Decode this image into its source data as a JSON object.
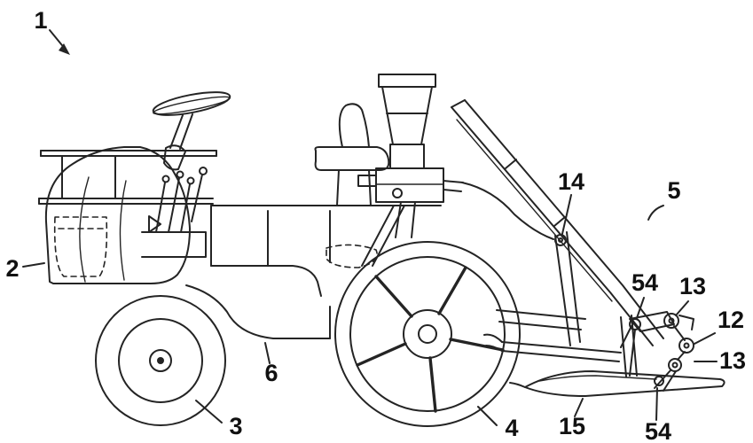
{
  "figure": {
    "labels": {
      "n1": "1",
      "n2": "2",
      "n3": "3",
      "n4": "4",
      "n5": "5",
      "n6": "6",
      "n12": "12",
      "n13a": "13",
      "n13b": "13",
      "n14": "14",
      "n15": "15",
      "n54a": "54",
      "n54b": "54"
    },
    "colors": {
      "background": "#ffffff",
      "line": "#242424",
      "label_text": "#111111"
    }
  }
}
